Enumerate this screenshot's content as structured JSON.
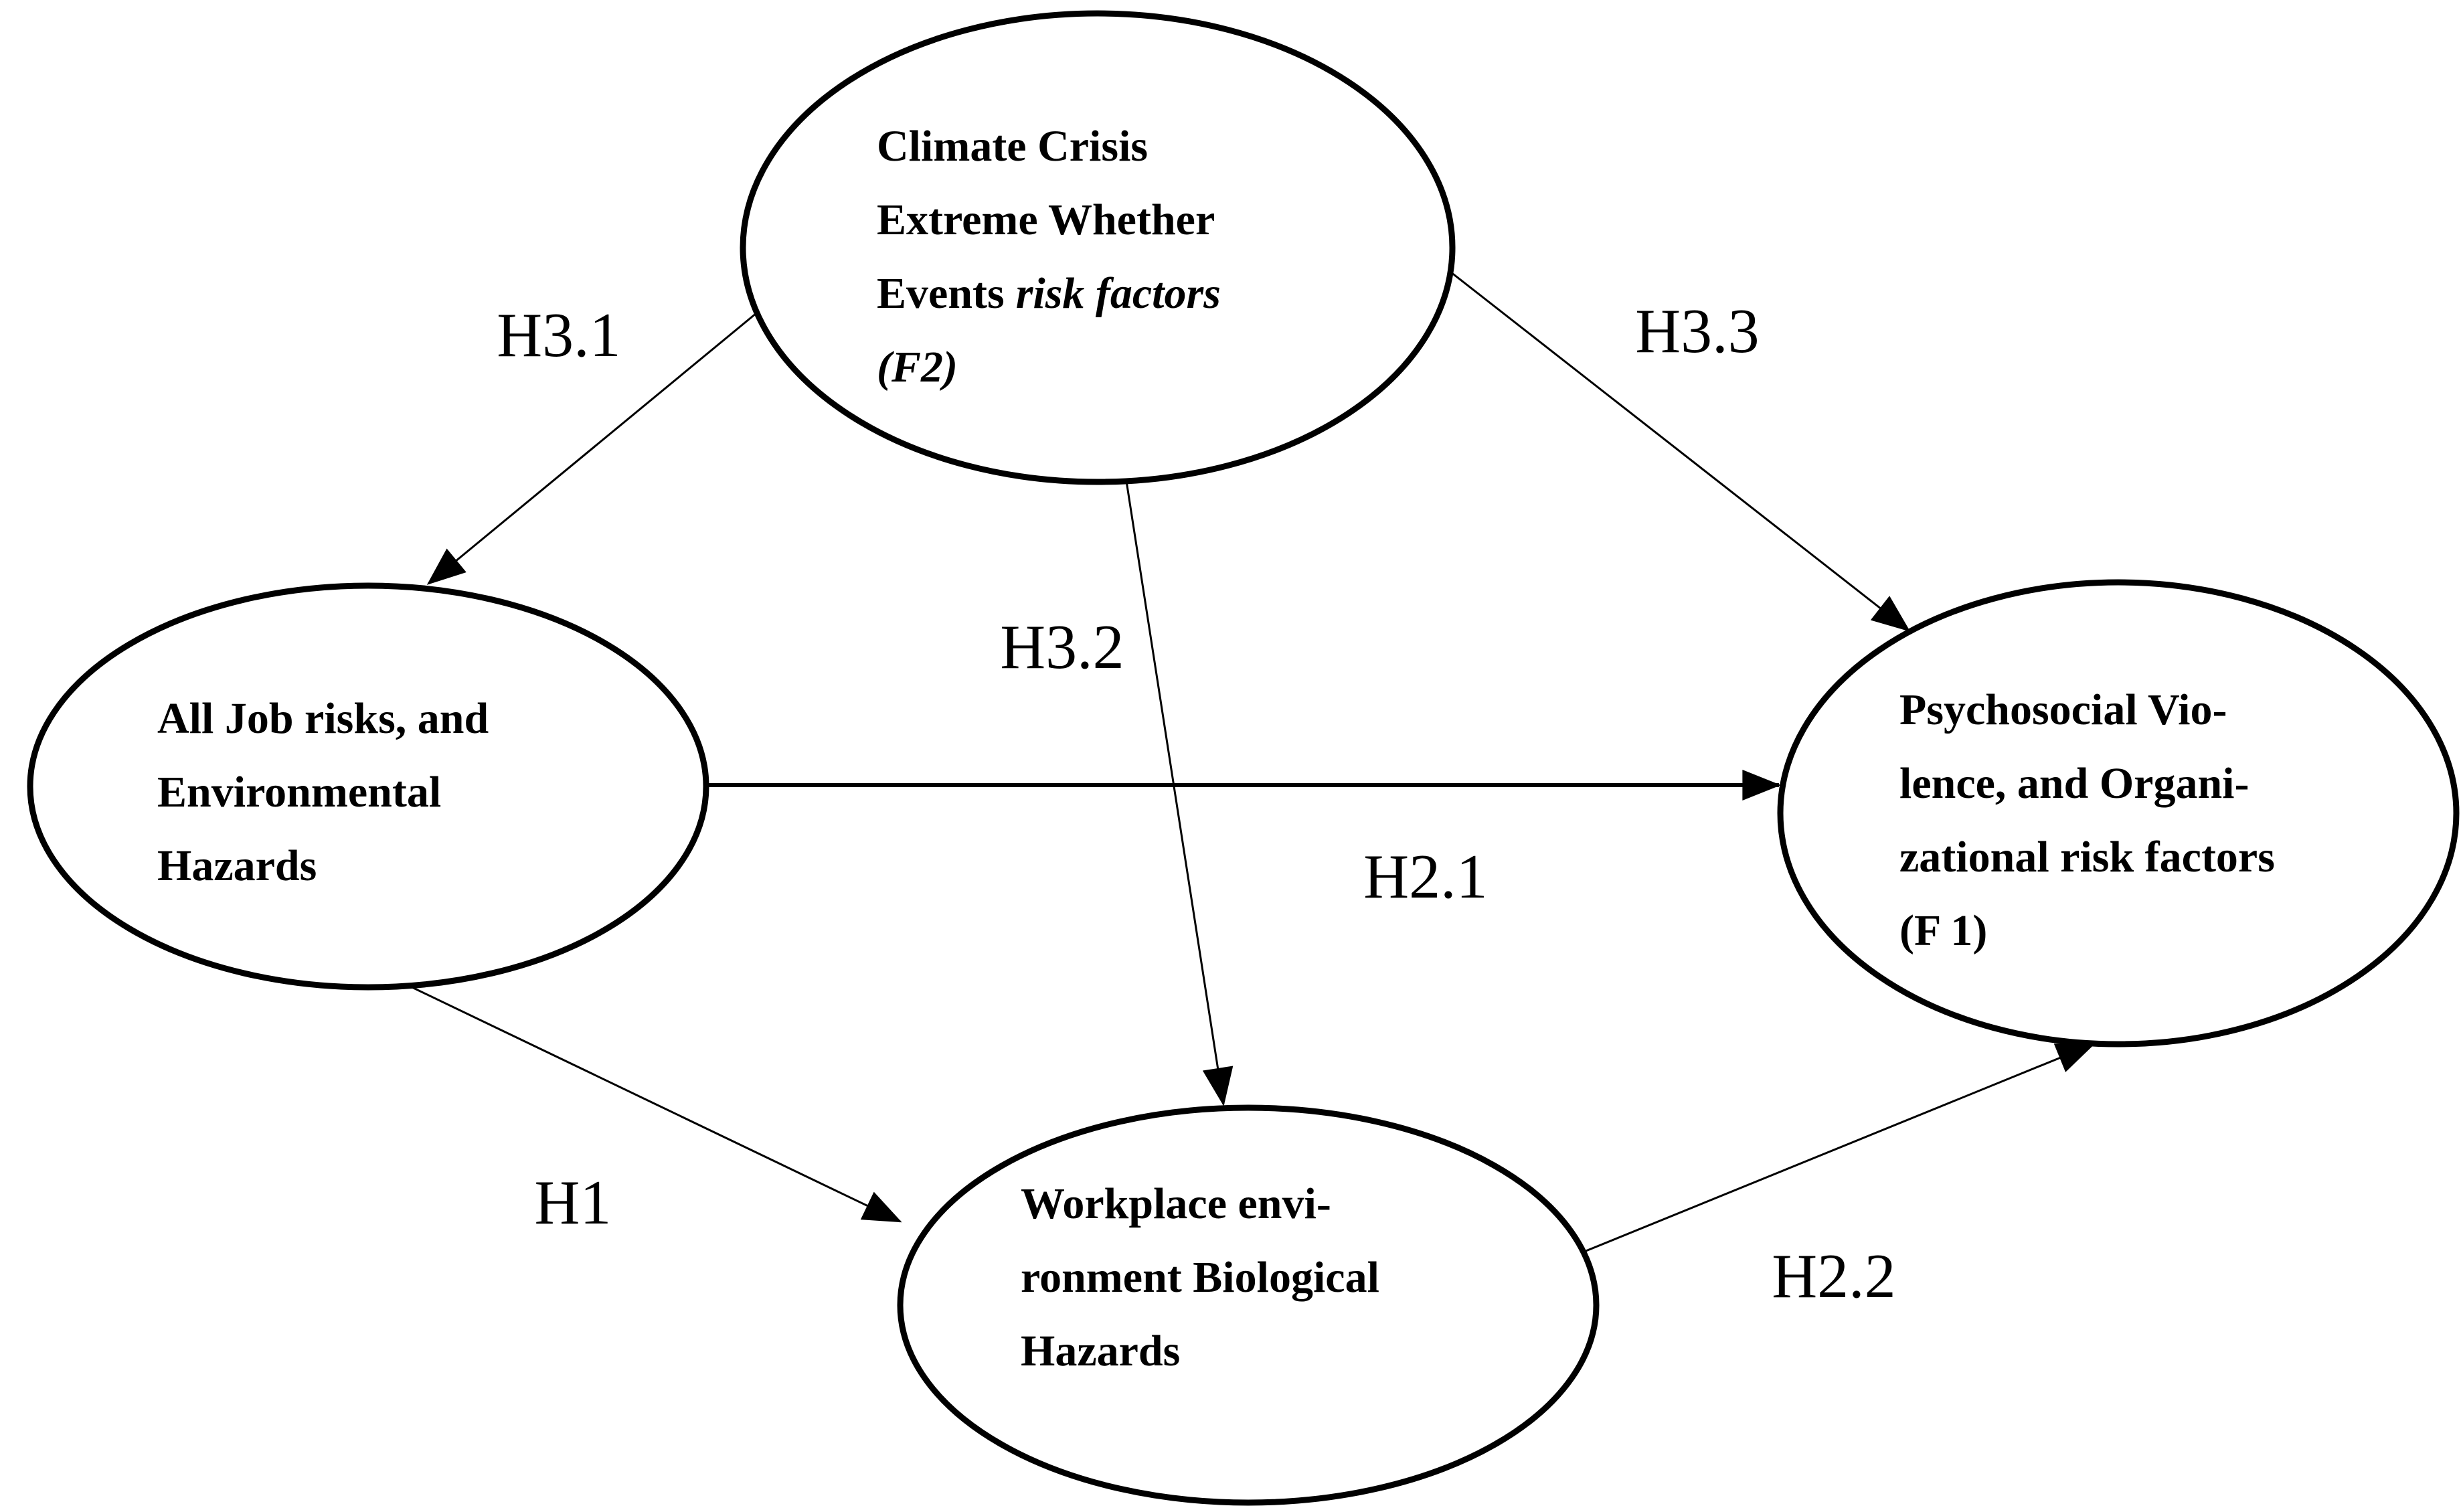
{
  "figure": {
    "background": "#ffffff",
    "stroke_color": "#000000",
    "nodes": {
      "climate": {
        "line1": "Climate Crisis",
        "line2": "Extreme Whether",
        "line3_normal": "Events",
        "line3_italic": "risk factors",
        "line4": "(F2)"
      },
      "job_risks": {
        "line1": "All Job risks, and",
        "line2": "Environmental",
        "line3": "Hazards"
      },
      "psychosocial": {
        "line1": "Psychosocial Vio-",
        "line2": "lence, and Organi-",
        "line3": "zational risk factors",
        "line4": "(F 1)"
      },
      "workplace": {
        "line1": "Workplace envi-",
        "line2": "ronment Biological",
        "line3": "Hazards"
      }
    },
    "edge_labels": {
      "h3_1": "H3.1",
      "h3_2": "H3.2",
      "h3_3": "H3.3",
      "h2_1": "H2.1",
      "h2_2": "H2.2",
      "h1": "H1"
    }
  }
}
